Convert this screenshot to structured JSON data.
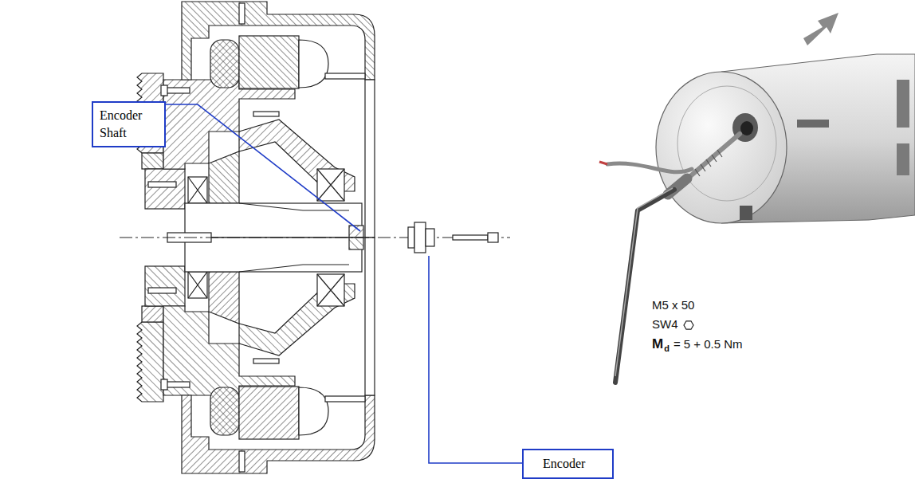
{
  "diagram": {
    "nodes": [
      {
        "text": [
          "Encoder Shaft"
        ]
      },
      {
        "text": [
          "Encoder"
        ]
      }
    ],
    "labels": [
      "M5 x 50",
      "SW4",
      "M",
      "d",
      "= 5 + 0.5 Nm"
    ]
  }
}
